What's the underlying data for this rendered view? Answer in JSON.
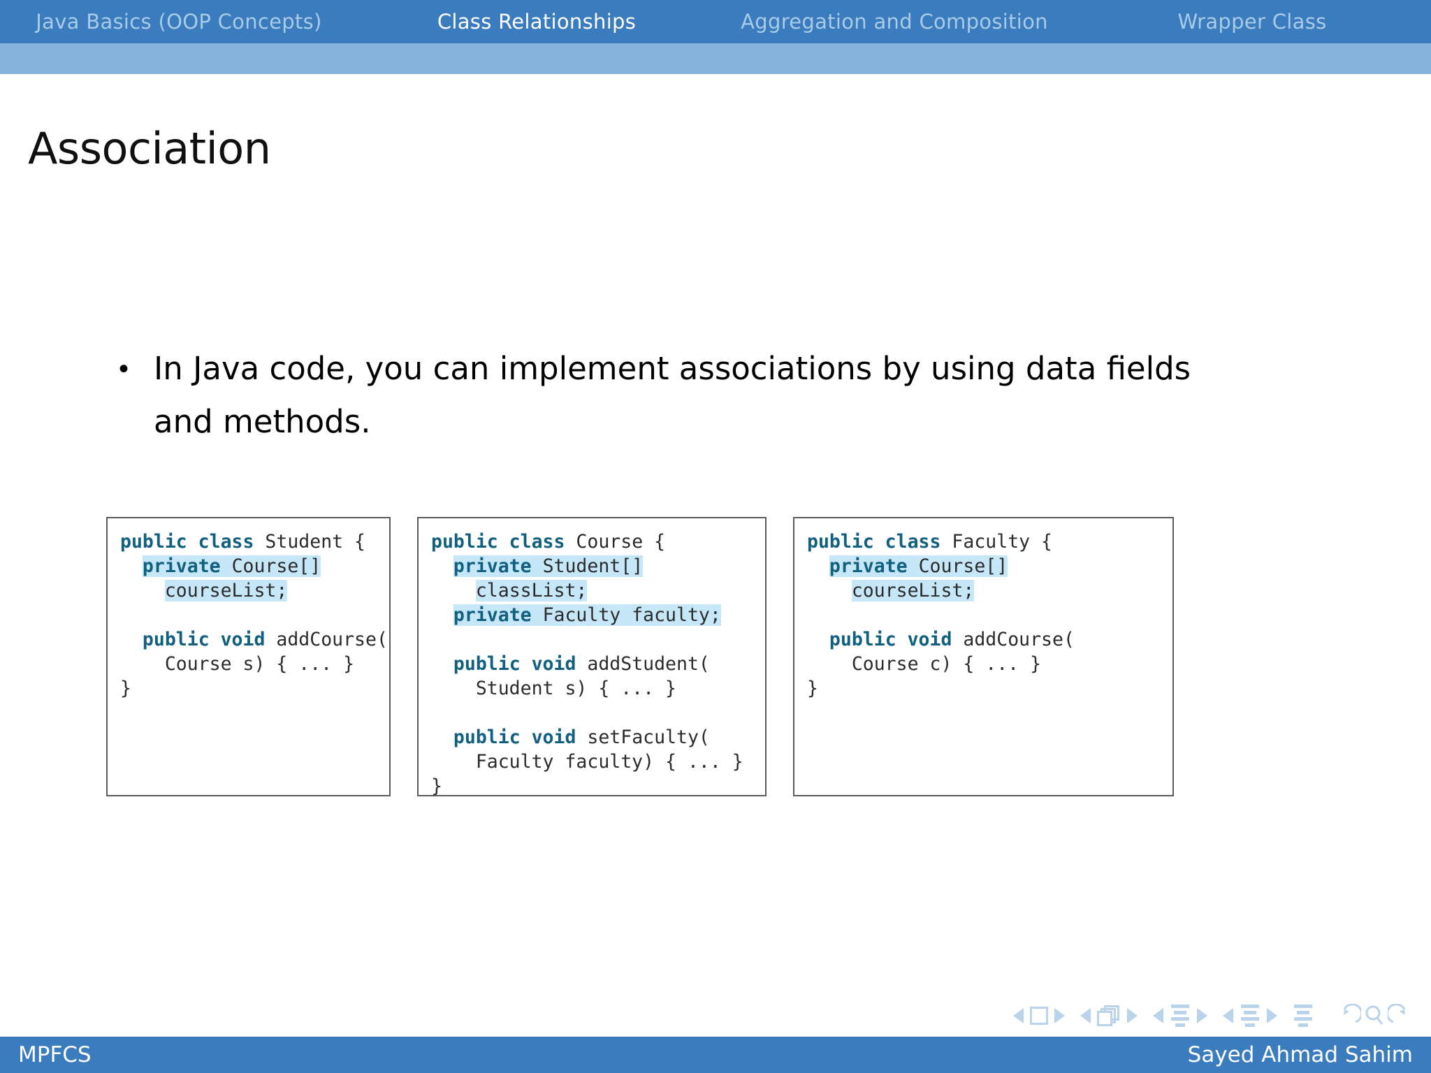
{
  "header": {
    "nav": [
      {
        "label": "Java Basics (OOP Concepts)",
        "active": false
      },
      {
        "label": "Class Relationships",
        "active": true
      },
      {
        "label": "Aggregation and Composition",
        "active": false
      },
      {
        "label": "Wrapper Class",
        "active": false
      }
    ]
  },
  "title": "Association",
  "bullets": [
    {
      "marker": "•",
      "text": "In Java code, you can implement associations by using data fields and methods."
    }
  ],
  "code_boxes": [
    {
      "name": "student-class",
      "lines": [
        [
          {
            "t": "public class ",
            "k": true,
            "h": false
          },
          {
            "t": "Student {",
            "k": false,
            "h": false
          }
        ],
        [
          {
            "t": "  ",
            "k": false,
            "h": false
          },
          {
            "t": "private ",
            "k": true,
            "h": true
          },
          {
            "t": "Course[]",
            "k": false,
            "h": true
          }
        ],
        [
          {
            "t": "    ",
            "k": false,
            "h": false
          },
          {
            "t": "courseList;",
            "k": false,
            "h": true
          }
        ],
        [
          {
            "t": "",
            "k": false,
            "h": false
          }
        ],
        [
          {
            "t": "  ",
            "k": false,
            "h": false
          },
          {
            "t": "public void ",
            "k": true,
            "h": false
          },
          {
            "t": "addCourse(",
            "k": false,
            "h": false
          }
        ],
        [
          {
            "t": "    Course s) { ... }",
            "k": false,
            "h": false
          }
        ],
        [
          {
            "t": "}",
            "k": false,
            "h": false
          }
        ]
      ]
    },
    {
      "name": "course-class",
      "lines": [
        [
          {
            "t": "public class ",
            "k": true,
            "h": false
          },
          {
            "t": "Course {",
            "k": false,
            "h": false
          }
        ],
        [
          {
            "t": "  ",
            "k": false,
            "h": false
          },
          {
            "t": "private ",
            "k": true,
            "h": true
          },
          {
            "t": "Student[]",
            "k": false,
            "h": true
          }
        ],
        [
          {
            "t": "    ",
            "k": false,
            "h": false
          },
          {
            "t": "classList;",
            "k": false,
            "h": true
          }
        ],
        [
          {
            "t": "  ",
            "k": false,
            "h": false
          },
          {
            "t": "private ",
            "k": true,
            "h": true
          },
          {
            "t": "Faculty faculty;",
            "k": false,
            "h": true
          }
        ],
        [
          {
            "t": "",
            "k": false,
            "h": false
          }
        ],
        [
          {
            "t": "  ",
            "k": false,
            "h": false
          },
          {
            "t": "public void ",
            "k": true,
            "h": false
          },
          {
            "t": "addStudent(",
            "k": false,
            "h": false
          }
        ],
        [
          {
            "t": "    Student s) { ... }",
            "k": false,
            "h": false
          }
        ],
        [
          {
            "t": "",
            "k": false,
            "h": false
          }
        ],
        [
          {
            "t": "  ",
            "k": false,
            "h": false
          },
          {
            "t": "public void ",
            "k": true,
            "h": false
          },
          {
            "t": "setFaculty(",
            "k": false,
            "h": false
          }
        ],
        [
          {
            "t": "    Faculty faculty) { ... }",
            "k": false,
            "h": false
          }
        ],
        [
          {
            "t": "}",
            "k": false,
            "h": false
          }
        ]
      ]
    },
    {
      "name": "faculty-class",
      "lines": [
        [
          {
            "t": "public class ",
            "k": true,
            "h": false
          },
          {
            "t": "Faculty {",
            "k": false,
            "h": false
          }
        ],
        [
          {
            "t": "  ",
            "k": false,
            "h": false
          },
          {
            "t": "private ",
            "k": true,
            "h": true
          },
          {
            "t": "Course[]",
            "k": false,
            "h": true
          }
        ],
        [
          {
            "t": "    ",
            "k": false,
            "h": false
          },
          {
            "t": "courseList;",
            "k": false,
            "h": true
          }
        ],
        [
          {
            "t": "",
            "k": false,
            "h": false
          }
        ],
        [
          {
            "t": "  ",
            "k": false,
            "h": false
          },
          {
            "t": "public void ",
            "k": true,
            "h": false
          },
          {
            "t": "addCourse(",
            "k": false,
            "h": false
          }
        ],
        [
          {
            "t": "    Course c) { ... }",
            "k": false,
            "h": false
          }
        ],
        [
          {
            "t": "}",
            "k": false,
            "h": false
          }
        ]
      ]
    }
  ],
  "nav_symbols": [
    "prev-slide-icon",
    "slide-icon",
    "next-slide-icon",
    "prev-frame-icon",
    "frames-icon",
    "next-frame-icon",
    "prev-subsection-icon",
    "subsection-icon",
    "next-subsection-icon",
    "prev-section-icon",
    "section-icon",
    "next-section-icon",
    "document-icon",
    "back-icon",
    "search-icon",
    "forward-icon"
  ],
  "footer": {
    "left": "MPFCS",
    "right": "Sayed Ahmad Sahim"
  },
  "colors": {
    "header_bar": "#3a7cbe",
    "header_sub": "#86b4dd",
    "keyword": "#11607f",
    "highlight": "#c5e7f7",
    "nav_inactive": "#a9cbe8",
    "nav_symbol": "#b8d3ea"
  }
}
